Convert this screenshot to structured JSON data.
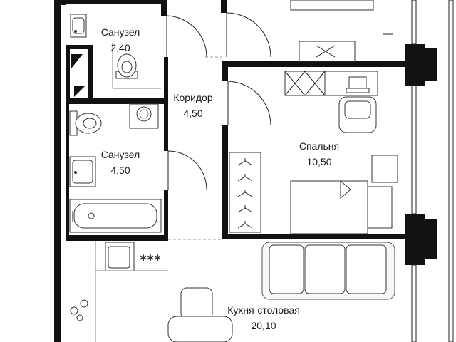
{
  "rooms": [
    {
      "name": "Санузел",
      "area": "2,40"
    },
    {
      "name": "Коридор",
      "area": "4,50"
    },
    {
      "name": "Санузел",
      "area": "4,50"
    },
    {
      "name": "Спальня",
      "area": "10,50"
    },
    {
      "name": "Кухня-столовая",
      "area": "20,10"
    }
  ],
  "colors": {
    "walls": "#111111",
    "lines": "#222222",
    "background": "#ffffff"
  },
  "icons": [
    "toilet-icon",
    "sink-icon",
    "washing-machine-icon",
    "bathtub-icon",
    "bed-icon",
    "desk-icon",
    "chair-icon",
    "laptop-icon",
    "hanger-icon",
    "sofa-icon",
    "stove-icon",
    "dining-table-icon",
    "door-swing-icon"
  ]
}
